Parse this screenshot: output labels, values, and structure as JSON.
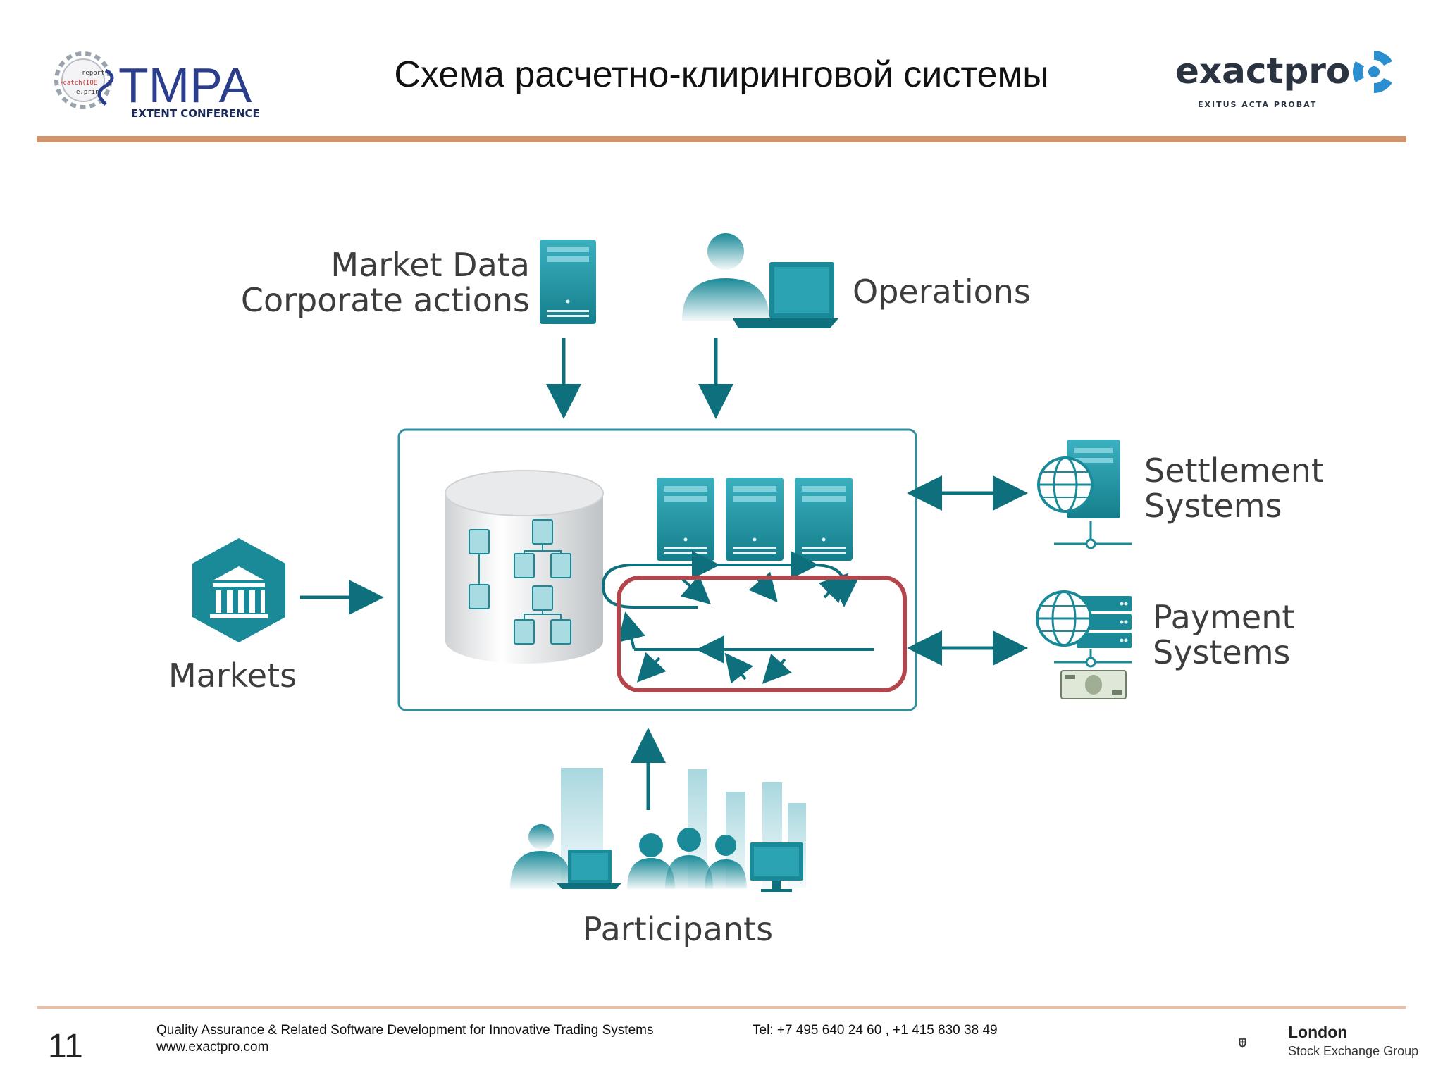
{
  "header": {
    "title": "Схема расчетно-клиринговой системы",
    "left_logo": {
      "name": "TMPA",
      "subtitle": "EXTENT CONFERENCE",
      "code_words": [
        "report",
        "}catch(IOE",
        "e.prin"
      ]
    },
    "right_logo": {
      "name": "exactpro",
      "tagline": "EXITUS ACTA PROBAT"
    }
  },
  "diagram": {
    "market_data": {
      "line1": "Market Data",
      "line2": "Corporate actions"
    },
    "operations": "Operations",
    "markets": "Markets",
    "settlement": {
      "line1": "Settlement",
      "line2": "Systems"
    },
    "payment": {
      "line1": "Payment",
      "line2": "Systems"
    },
    "participants": "Participants"
  },
  "colors": {
    "teal": "#1a8a98",
    "teal_dark": "#0e6f7d",
    "highlight": "#b5454b",
    "accent_rule": "#d0946e"
  },
  "footer": {
    "page_number": "11",
    "tagline": "Quality Assurance & Related Software Development  for Innovative Trading Systems",
    "url": "www.exactpro.com",
    "phone": "Tel: +7 495 640 24 60 ,  +1 415 830 38 49",
    "lseg_line1": "London",
    "lseg_line2": "Stock Exchange Group"
  }
}
